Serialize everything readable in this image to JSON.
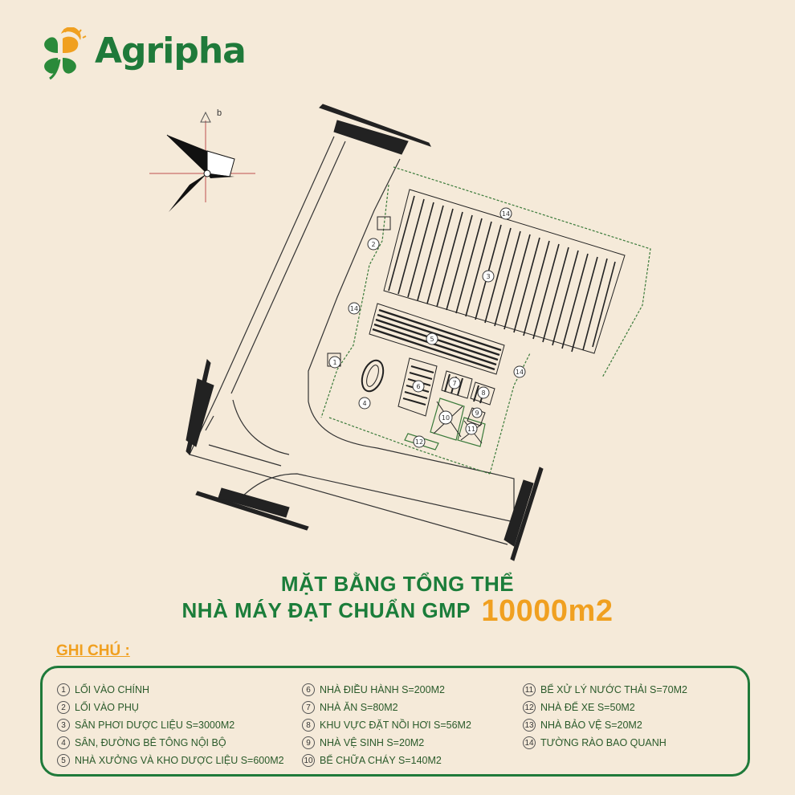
{
  "brand": {
    "name": "Agripha",
    "colors": {
      "green": "#1f7a3a",
      "orange": "#f0a020"
    }
  },
  "compass": {
    "north_label": "b"
  },
  "title": {
    "line1": "MẶT BẰNG TỔNG THỂ",
    "line2": "NHÀ MÁY ĐẠT CHUẨN GMP",
    "area": "10000m2"
  },
  "legend": {
    "heading": "GHI CHÚ :",
    "items": [
      {
        "num": "1",
        "label": "LỐI VÀO CHÍNH"
      },
      {
        "num": "2",
        "label": "LỐI VÀO PHỤ"
      },
      {
        "num": "3",
        "label": "SÂN PHƠI DƯỢC LIỆU  S=3000M2"
      },
      {
        "num": "4",
        "label": "SÂN, ĐƯỜNG BÊ TÔNG NỘI BỘ"
      },
      {
        "num": "5",
        "label": "NHÀ XƯỞNG VÀ KHO DƯỢC LIỆU  S=600M2"
      },
      {
        "num": "6",
        "label": "NHÀ ĐIỀU HÀNH  S=200M2"
      },
      {
        "num": "7",
        "label": "NHÀ ĂN  S=80M2"
      },
      {
        "num": "8",
        "label": "KHU VỰC ĐẶT NỒI HƠI  S=56M2"
      },
      {
        "num": "9",
        "label": "NHÀ VỆ SINH  S=20M2"
      },
      {
        "num": "10",
        "label": "BỂ CHỮA CHÁY  S=140M2"
      },
      {
        "num": "11",
        "label": "BỂ XỬ LÝ NƯỚC THẢI  S=70M2"
      },
      {
        "num": "12",
        "label": "NHÀ ĐỂ XE  S=50M2"
      },
      {
        "num": "13",
        "label": "NHÀ BẢO VỆ  S=20M2"
      },
      {
        "num": "14",
        "label": "TƯỜNG RÀO BAO QUANH"
      }
    ]
  }
}
